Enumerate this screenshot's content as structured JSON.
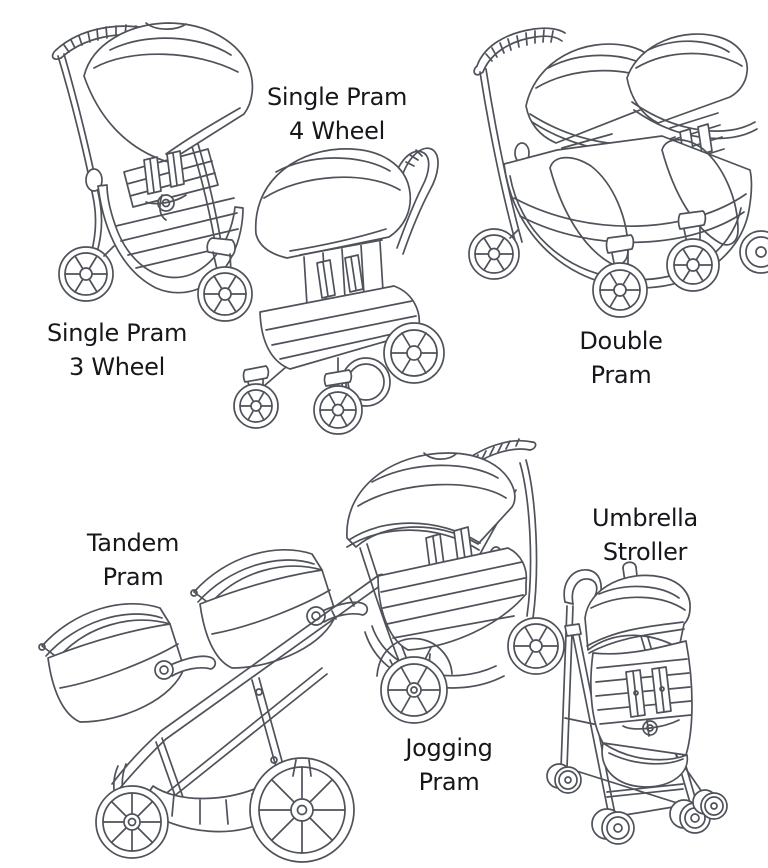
{
  "page": {
    "background_color": "#ffffff",
    "line_color": "#4f525a",
    "text_color": "#15171a",
    "description": "Pram and stroller types line-art diagram"
  },
  "figures": [
    {
      "id": "single-pram-3-wheel",
      "label": "Single Pram 3 Wheel",
      "label_line1": "Single Pram",
      "label_line2": "3 Wheel"
    },
    {
      "id": "single-pram-4-wheel",
      "label": "Single Pram 4 Wheel",
      "label_line1": "Single Pram",
      "label_line2": "4 Wheel"
    },
    {
      "id": "double-pram",
      "label": "Double Pram",
      "label_line1": "Double",
      "label_line2": "Pram"
    },
    {
      "id": "tandem-pram",
      "label": "Tandem Pram",
      "label_line1": "Tandem",
      "label_line2": "Pram"
    },
    {
      "id": "jogging-pram",
      "label": "Jogging Pram",
      "label_line1": "Jogging",
      "label_line2": "Pram"
    },
    {
      "id": "umbrella-stroller",
      "label": "Umbrella Stroller",
      "label_line1": "Umbrella",
      "label_line2": "Stroller"
    }
  ]
}
